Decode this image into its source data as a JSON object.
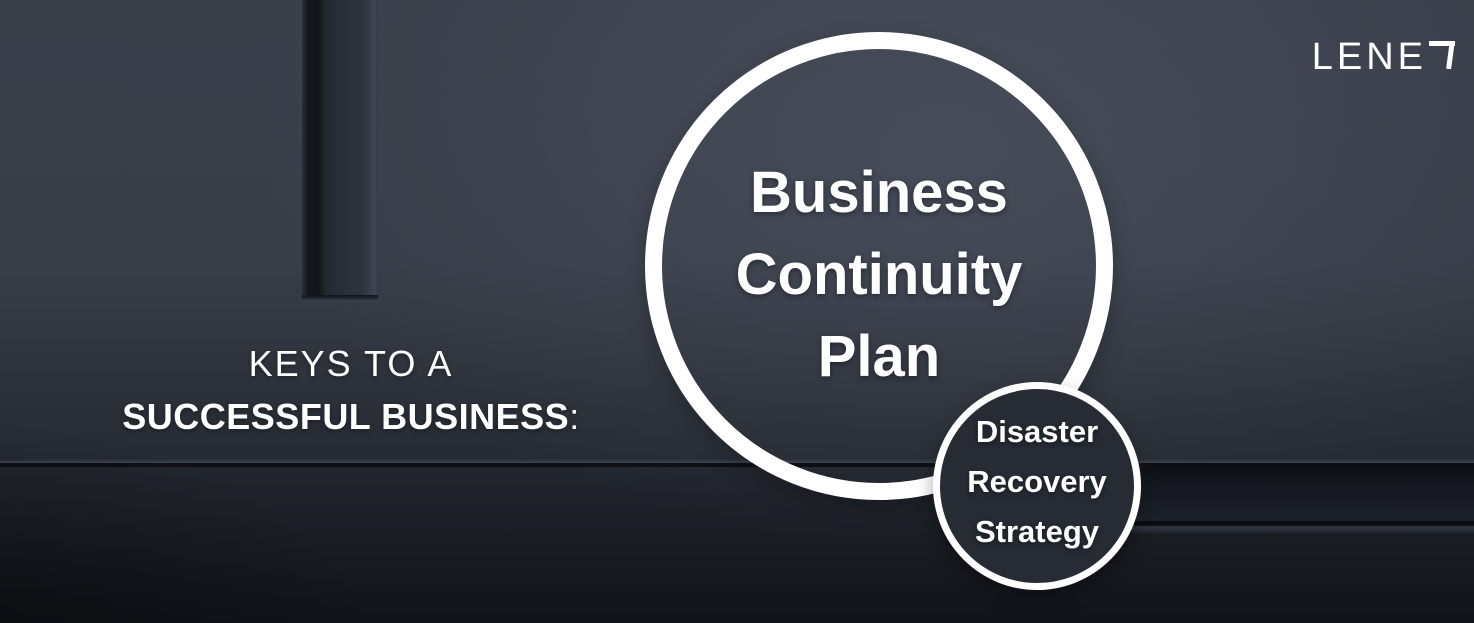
{
  "brand": {
    "text": "LENE",
    "glyph": "angled-seven-logo-glyph",
    "color": "#ffffff"
  },
  "headline": {
    "line1": "KEYS TO A",
    "line2": "SUCCESSFUL BUSINESS",
    "colon": ":"
  },
  "main_circle": {
    "lines": [
      "Business",
      "Continuity",
      "Plan"
    ]
  },
  "sub_circle": {
    "lines": [
      "Disaster",
      "Recovery",
      "Strategy"
    ]
  },
  "colors": {
    "text": "#ffffff",
    "ring": "#ffffff",
    "sub_circle_fill": "#262b34",
    "background_top": "#3e434f",
    "background_bottom": "#171a21",
    "seam_dark": "#0d0f15",
    "seam_highlight": "#3a3f4b"
  }
}
